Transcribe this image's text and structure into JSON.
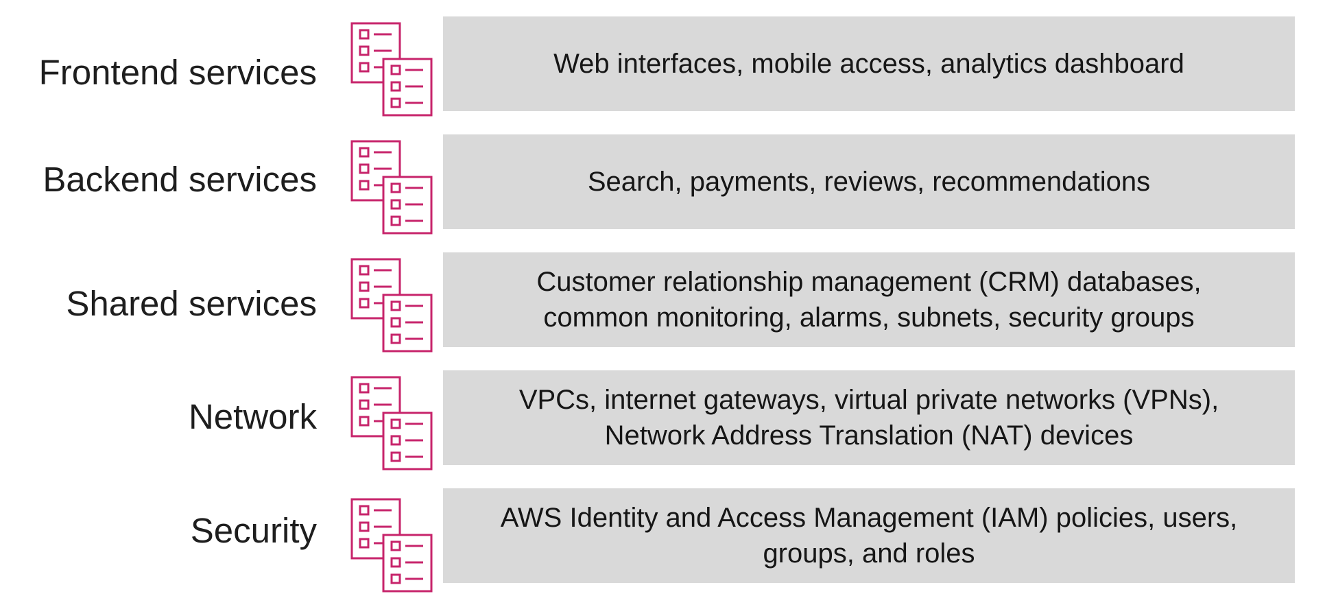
{
  "layers": [
    {
      "label": "Frontend services",
      "description": "Web interfaces, mobile access, analytics dashboard",
      "icon": "service-catalog-icon"
    },
    {
      "label": "Backend services",
      "description": "Search, payments, reviews, recommendations",
      "icon": "service-catalog-icon"
    },
    {
      "label": "Shared services",
      "description": "Customer relationship management (CRM) databases,\ncommon monitoring, alarms, subnets, security groups",
      "icon": "service-catalog-icon"
    },
    {
      "label": "Network",
      "description": "VPCs, internet gateways, virtual private networks (VPNs),\nNetwork Address Translation (NAT) devices",
      "icon": "service-catalog-icon"
    },
    {
      "label": "Security",
      "description": "AWS Identity and Access Management (IAM) policies, users,\ngroups, and roles",
      "icon": "service-catalog-icon"
    }
  ],
  "colors": {
    "icon": "#c7246b",
    "box_background": "#d9d9d9",
    "text": "#1e1e1e"
  }
}
